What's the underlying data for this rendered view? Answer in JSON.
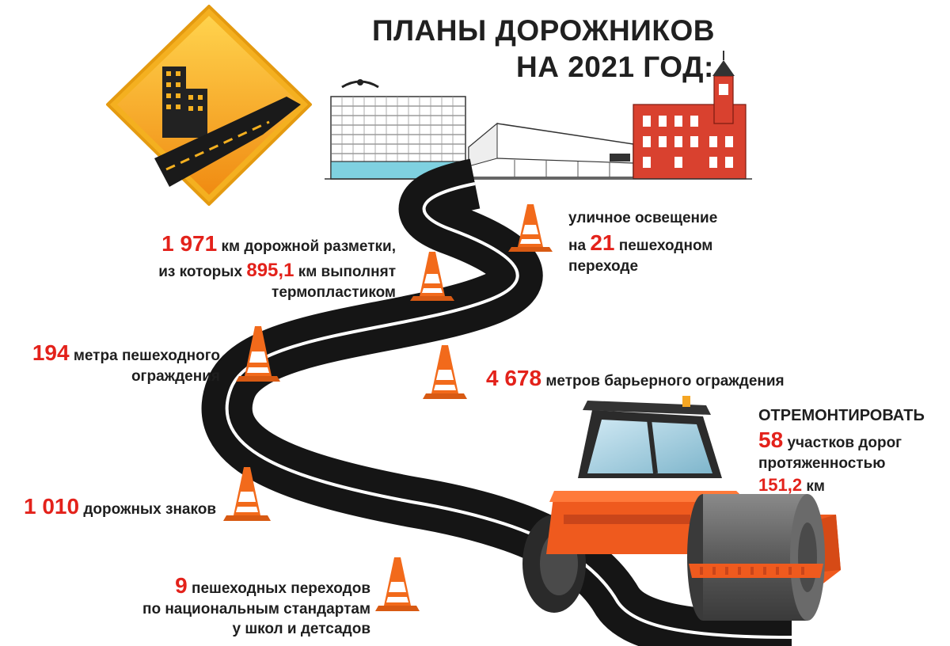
{
  "header": {
    "title_line1": "ПЛАНЫ ДОРОЖНИКОВ",
    "title_line2": "НА 2021 ГОД:"
  },
  "facts": {
    "marking": {
      "value": "1 971",
      "text1": "км дорожной разметки,",
      "text2": "из которых",
      "value2": "895,1",
      "text3": "км выполнят",
      "text4": "термопластиком"
    },
    "lighting": {
      "text1": "уличное освещение",
      "text2": "на",
      "value": "21",
      "text3": "пешеходном",
      "text4": "переходе"
    },
    "fence": {
      "value": "194",
      "text1": "метра пешеходного",
      "text2": "ограждения"
    },
    "barrier": {
      "value": "4 678",
      "text1": "метров барьерного ограждения"
    },
    "repair": {
      "heading": "ОТРЕМОНТИРОВАТЬ",
      "value": "58",
      "text1": "участков дорог",
      "text2": "протяженностью",
      "value2": "151,2",
      "text3": "км"
    },
    "signs": {
      "value": "1 010",
      "text1": "дорожных знаков"
    },
    "crossings": {
      "value": "9",
      "text1": "пешеходных переходов",
      "text2": "по национальным стандартам",
      "text3": "у школ и детсадов"
    }
  },
  "colors": {
    "accent": "#e3221b",
    "road": "#151515",
    "sign": "#f5a623",
    "cone": "#f26a1b",
    "roller": "#ef5a1e",
    "brick": "#d9412f"
  },
  "icons": [
    "road-sign-icon",
    "traffic-cone-icon",
    "road-roller-icon",
    "building-icon"
  ]
}
